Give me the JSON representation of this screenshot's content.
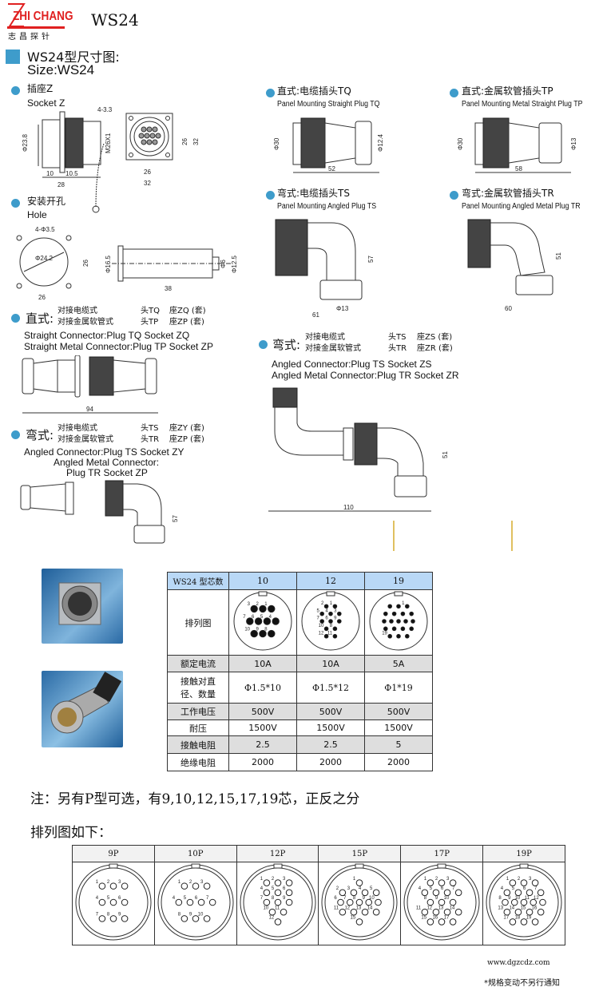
{
  "header": {
    "brand": "ZHI CHANG",
    "brand_cn": "志昌探针",
    "model": "WS24"
  },
  "section_title": {
    "cn": "WS24型尺寸图:",
    "en": "Size:WS24"
  },
  "socket_z": {
    "cn": "插座Z",
    "en": "Socket Z",
    "dims": {
      "hole": "4-3.3",
      "dia": "Φ23.8",
      "thread": "M26X1",
      "d10": "10",
      "d105": "10.5",
      "d28": "28",
      "d26": "26",
      "d32": "32",
      "w26": "26",
      "w32": "32"
    }
  },
  "hole": {
    "cn": "安装开孔",
    "en": "Hole",
    "dims": {
      "holes": "4-Φ3.5",
      "dia": "Φ24.2",
      "h26": "26",
      "w26": "26",
      "d165": "Φ16.5",
      "d6": "Φ6",
      "d125": "Φ12.5",
      "l38": "38"
    }
  },
  "plug_tq": {
    "cn": "直式:电缆插头TQ",
    "en": "Panel Mounting Straight Plug TQ",
    "dims": {
      "dia": "Φ30",
      "cable": "Φ12.4",
      "len": "52"
    }
  },
  "plug_tp": {
    "cn": "直式:金属软管插头TP",
    "en": "Panel Mounting Metal Straight Plug TP",
    "dims": {
      "dia": "Φ30",
      "cable": "Φ13",
      "len": "58"
    }
  },
  "plug_ts": {
    "cn": "弯式:电缆插头TS",
    "en": "Panel Mounting Angled Plug TS",
    "dims": {
      "h": "57",
      "w": "61",
      "cable": "Φ13"
    }
  },
  "plug_tr": {
    "cn": "弯式:金属软管插头TR",
    "en": "Panel Mounting Angled Metal Plug TR",
    "dims": {
      "h": "51",
      "w": "60"
    }
  },
  "straight_conn": {
    "head": "直式:",
    "rows": [
      [
        "对接电缆式",
        "头TQ",
        "座ZQ (套)"
      ],
      [
        "对接金属软管式",
        "头TP",
        "座ZP (套)"
      ]
    ],
    "en": [
      "Straight Connector:Plug TQ Socket ZQ",
      "Straight Metal Connector:Plug TP Socket ZP"
    ],
    "len": "94"
  },
  "angled_conn_left": {
    "head": "弯式:",
    "rows": [
      [
        "对接电缆式",
        "头TS",
        "座ZY (套)"
      ],
      [
        "对接金属软管式",
        "头TR",
        "座ZP (套)"
      ]
    ],
    "en": [
      "Angled Connector:Plug TS Socket ZY",
      "Angled Metal Connector:",
      "Plug TR Socket ZP"
    ],
    "h": "57"
  },
  "angled_conn_right": {
    "head": "弯式:",
    "rows": [
      [
        "对接电缆式",
        "头TS",
        "座ZS (套)"
      ],
      [
        "对接金属软管式",
        "头TR",
        "座ZR (套)"
      ]
    ],
    "en": [
      "Angled Connector:Plug TS Socket ZS",
      "Angled Metal Connector:Plug TR Socket ZR"
    ],
    "h": "51",
    "w": "110"
  },
  "spec_table": {
    "header": [
      "WS24 型芯数",
      "10",
      "12",
      "19"
    ],
    "diagram_label": "排列图",
    "diagrams": [
      {
        "pins": [
          "3",
          "2",
          "1",
          "7",
          "6",
          "5",
          "4",
          "10",
          "9",
          "8"
        ]
      },
      {
        "pins": [
          "2",
          "1",
          "5",
          "4",
          "3",
          "7",
          "6",
          "9",
          "10",
          "8",
          "12",
          "11"
        ]
      },
      {
        "pins": [
          "",
          "",
          "1",
          "",
          "",
          "",
          "",
          "",
          "",
          "",
          "",
          "",
          "",
          "",
          "",
          "",
          "19",
          "",
          ""
        ]
      }
    ],
    "rows": [
      {
        "label": "额定电流",
        "values": [
          "10A",
          "10A",
          "5A"
        ]
      },
      {
        "label": "接触对直径、数量",
        "values": [
          "Φ1.5*10",
          "Φ1.5*12",
          "Φ1*19"
        ]
      },
      {
        "label": "工作电压",
        "values": [
          "500V",
          "500V",
          "500V"
        ]
      },
      {
        "label": "耐压",
        "values": [
          "1500V",
          "1500V",
          "1500V"
        ]
      },
      {
        "label": "接触电阻",
        "values": [
          "2.5",
          "2.5",
          "5"
        ]
      },
      {
        "label": "绝缘电阻",
        "values": [
          "2000",
          "2000",
          "2000"
        ]
      }
    ]
  },
  "note": {
    "line1": "注：另有P型可选，有9,10,12,15,17,19芯，正反之分",
    "line2": "排列图如下："
  },
  "pin_table": [
    {
      "label": "9P",
      "count": 9
    },
    {
      "label": "10P",
      "count": 10
    },
    {
      "label": "12P",
      "count": 12
    },
    {
      "label": "15P",
      "count": 15
    },
    {
      "label": "17P",
      "count": 17
    },
    {
      "label": "19P",
      "count": 19
    }
  ],
  "footer": {
    "url": "www.dgzcdz.com",
    "notice": "*规格变动不另行通知"
  },
  "colors": {
    "bullet": "#3e9ccb",
    "brand_red": "#e02020",
    "table_header": "#b9d8f6"
  }
}
